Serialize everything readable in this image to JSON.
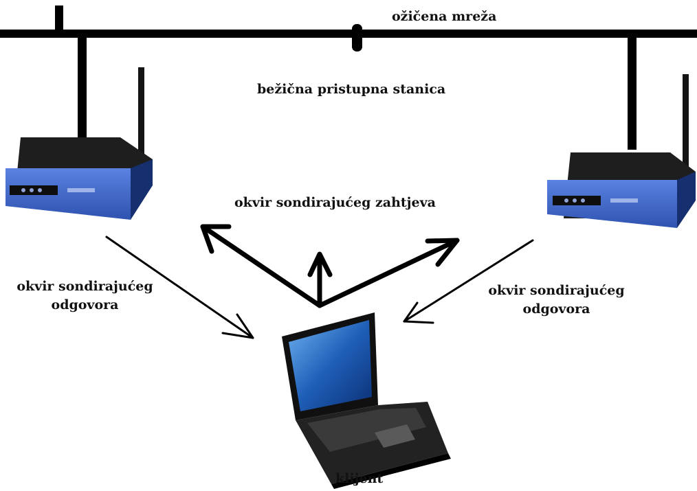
{
  "labels": {
    "wired_network": "ožičena mreža",
    "access_point": "bežična pristupna stanica",
    "probe_request": "okvir sondirajućeg zahtjeva",
    "probe_response_left": [
      "okvir sondirajućeg",
      "odgovora"
    ],
    "probe_response_right": [
      "okvir sondirajućeg",
      "odgovora"
    ],
    "client": "klijent"
  },
  "colors": {
    "line": "#000000",
    "router_body": "#1e1e1e",
    "router_accent": "#3b63c9",
    "screen": "#1f5fb8"
  }
}
